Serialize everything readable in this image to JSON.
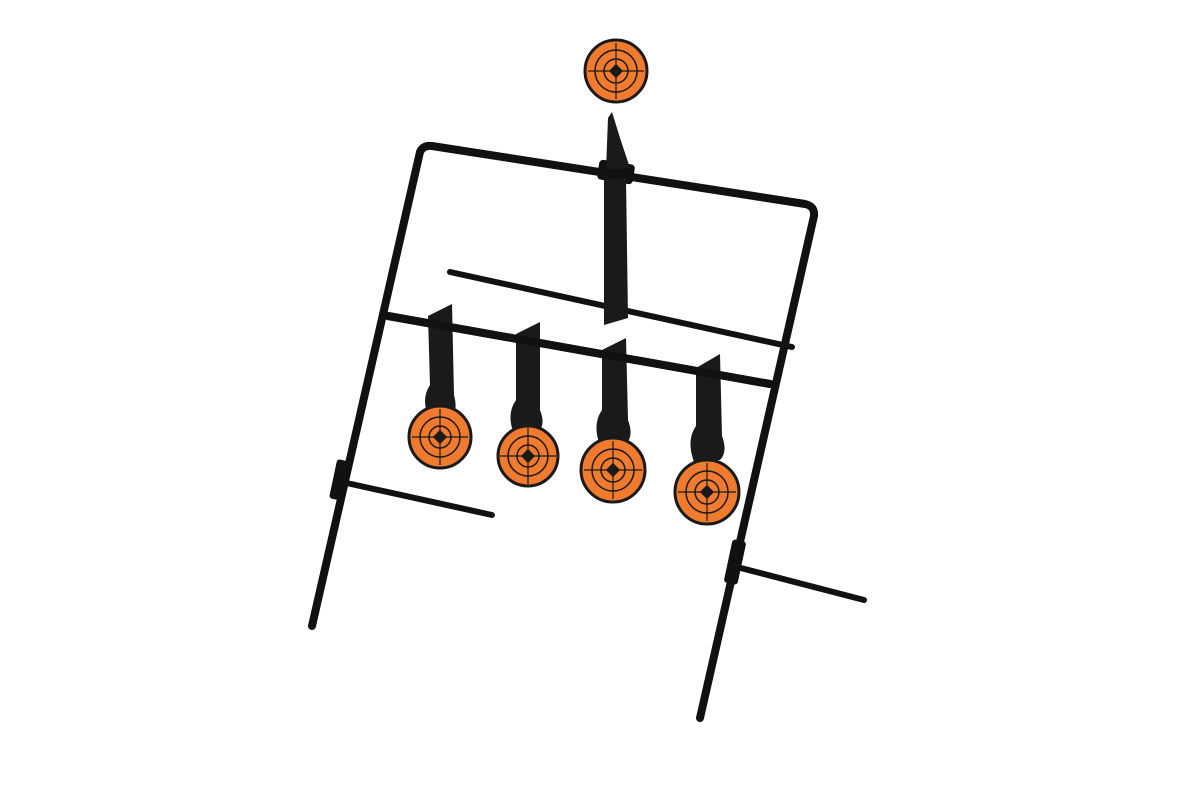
{
  "image": {
    "subject": "spinner-target",
    "background_color": "#ffffff"
  },
  "colors": {
    "frame": "#111111",
    "paddle": "#1a1a1a",
    "target_face": "#f07a2e",
    "target_rim": "#d9651f",
    "target_lines": "#1a1a1a"
  },
  "targets": {
    "top_count": 1,
    "bottom_count": 4
  }
}
